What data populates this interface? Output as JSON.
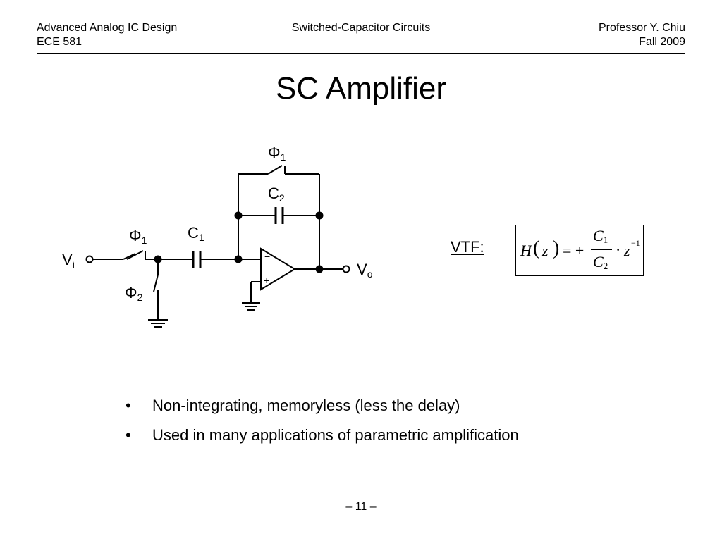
{
  "header": {
    "course_title": "Advanced Analog IC Design",
    "course_code": "ECE 581",
    "topic": "Switched-Capacitor Circuits",
    "instructor": "Professor Y. Chiu",
    "term": "Fall 2009"
  },
  "slide_title": "SC Amplifier",
  "schematic": {
    "labels": {
      "phi": "Φ",
      "c": "C",
      "v": "V",
      "sub_1": "1",
      "sub_2": "2",
      "sub_i": "i",
      "sub_o": "o",
      "minus": "−",
      "plus": "+"
    }
  },
  "vtf": {
    "label": "VTF:",
    "formula": {
      "H": "H",
      "lparen": "(",
      "z": "z",
      "rparen": ")",
      "eq": "= +",
      "num": "C",
      "num_sub": "1",
      "den": "C",
      "den_sub": "2",
      "dot": "·",
      "z2": "z",
      "exp": "−1"
    }
  },
  "bullets": [
    "Non-integrating, memoryless (less the delay)",
    "Used in many applications of parametric amplification"
  ],
  "bullet_symbol": "•",
  "page_number": "– 11 –"
}
